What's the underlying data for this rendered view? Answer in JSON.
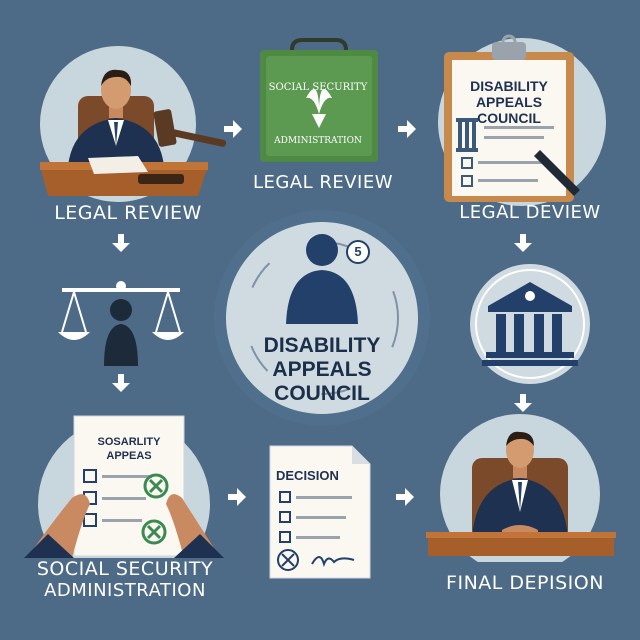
{
  "steps": {
    "legal_review_judge": {
      "label": "LEGAL REVIEW"
    },
    "ssa_folder": {
      "folder_line1": "SOCIAL SECURITY",
      "folder_line2": "ADMINISTRATION",
      "label": "LEGAL REVIEW"
    },
    "dac_clipboard": {
      "clipboard_line1": "DISABILITY",
      "clipboard_line2": "APPEALS",
      "clipboard_line3": "COUNCIL",
      "label": "LEGAL DEVIEW"
    },
    "center": {
      "badge": "5",
      "line1": "DISABILITY",
      "line2": "APPEALS",
      "line3": "COUNCIL"
    },
    "ssa_hands": {
      "paper_line1": "SOSARLITY",
      "paper_line2": "APPEAS",
      "label_line1": "SOCIAL SECURITY",
      "label_line2": "ADMINISTRATION"
    },
    "decision_doc": {
      "title": "DECISION"
    },
    "final": {
      "label": "FINAL DEPISION"
    }
  },
  "icons": [
    "judge-icon",
    "gavel-icon",
    "folder-icon",
    "eagle-emblem-icon",
    "clipboard-icon",
    "pen-icon",
    "scales-icon",
    "person-icon",
    "courthouse-icon",
    "hands-icon",
    "document-icon",
    "signature-icon",
    "arrow-icon"
  ],
  "colors": {
    "background": "#4d6a86",
    "circle": "#c8d6dd",
    "suit": "#1f3150",
    "folder_green": "#4f8a45",
    "desk_brown": "#a65f2b",
    "check_green": "#3b8a52"
  }
}
